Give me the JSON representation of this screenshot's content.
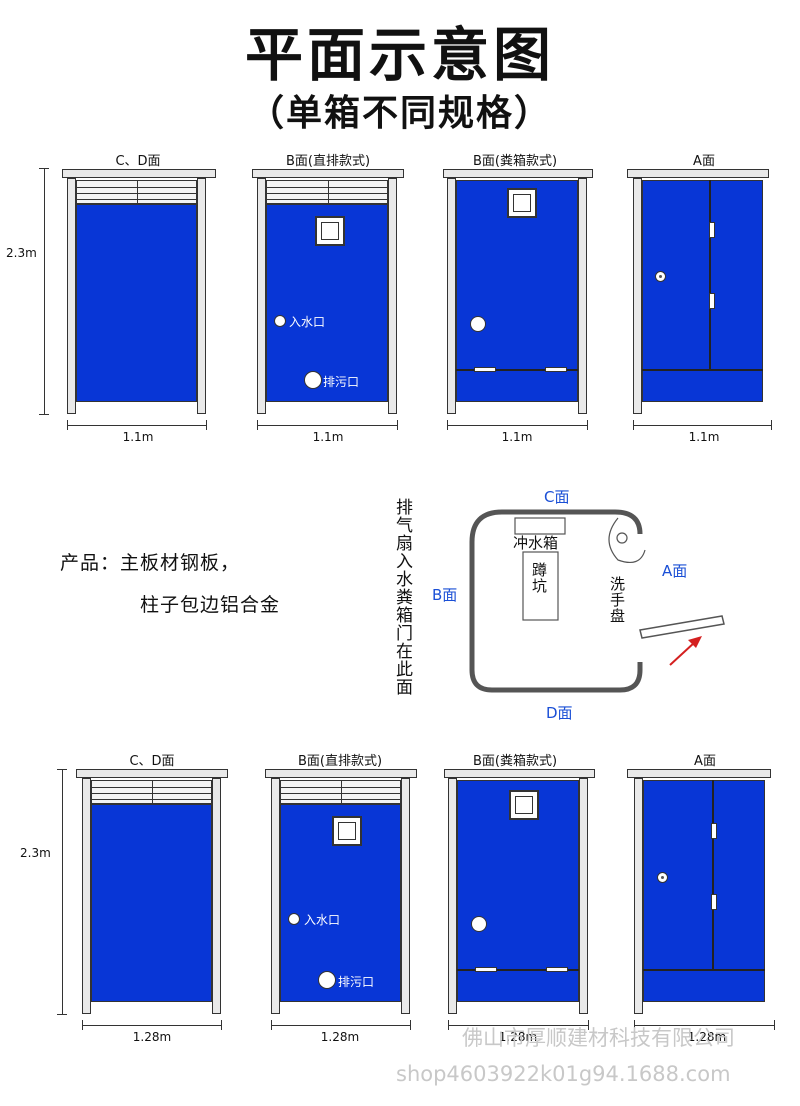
{
  "title": "平面示意图",
  "subtitle": "（单箱不同规格）",
  "labels": {
    "cd_face": "C、D面",
    "b_face_direct": "B面(直排款式)",
    "b_face_tank": "B面(粪箱款式)",
    "a_face": "A面",
    "water_inlet": "入水口",
    "sewage_outlet": "排污口"
  },
  "dimensions": {
    "height": "2.3m",
    "width_row1": "1.1m",
    "width_row2": "1.28m"
  },
  "floor_plan": {
    "c_face": "C面",
    "b_face": "B面",
    "a_face": "A面",
    "d_face": "D面",
    "flush_tank": "冲水箱",
    "squat_pit": "蹲坑",
    "wash_basin": "洗手盘",
    "vertical_note": "排气扇入水粪箱门在此面",
    "accent_color": "#1a4fd6",
    "arrow_color": "#d42020"
  },
  "product_note": {
    "line1": "产品：主板材钢板，",
    "line2": "柱子包边铝合金"
  },
  "watermark": {
    "line1": "佛山市厚顺建材科技有限公司",
    "line2": "shop4603922k01g94.1688.com"
  },
  "colors": {
    "panel_blue": "#0836d6",
    "frame_gray": "#e9e9e9"
  }
}
